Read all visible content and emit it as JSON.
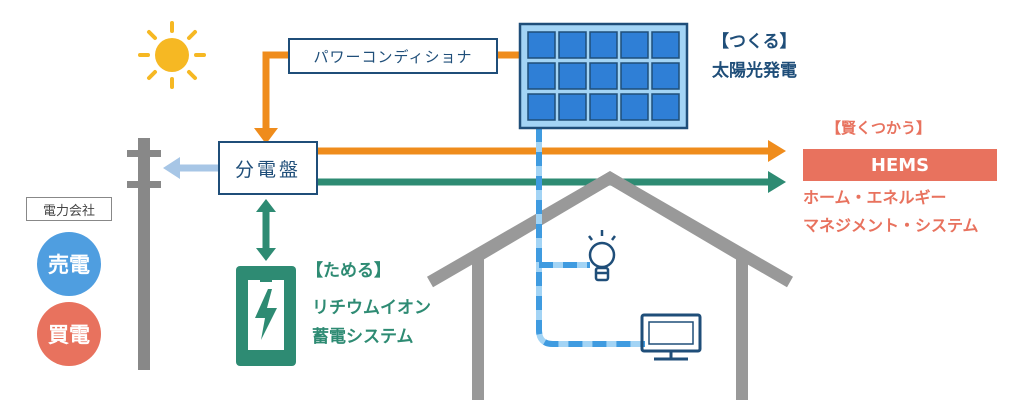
{
  "colors": {
    "navy": "#1f4e79",
    "orange": "#ef8c1c",
    "green": "#2e8b73",
    "light_blue": "#a7c6e6",
    "solar_blue": "#2f7fd6",
    "solar_light": "#a3d4f5",
    "grey": "#888888",
    "sun": "#f6b823",
    "red": "#e8725e",
    "sell_blue": "#4f9ee0"
  },
  "icons": [
    "sun-icon",
    "solar-panel-icon",
    "utility-pole-icon",
    "battery-icon",
    "house-icon",
    "light-bulb-icon",
    "tv-monitor-icon"
  ],
  "power_conditioner": {
    "label": "パワーコンディショナ"
  },
  "distribution_board": {
    "label": "分電盤"
  },
  "solar": {
    "tag": "【つくる】",
    "name": "太陽光発電"
  },
  "hems": {
    "tag": "【賢くつかう】",
    "badge": "HEMS",
    "desc_line1": "ホーム・エネルギー",
    "desc_line2": "マネジメント・システム"
  },
  "storage": {
    "tag": "【ためる】",
    "line1": "リチウムイオン",
    "line2": "蓄電システム"
  },
  "power_company": {
    "label": "電力会社",
    "sell": "売電",
    "buy": "買電"
  }
}
